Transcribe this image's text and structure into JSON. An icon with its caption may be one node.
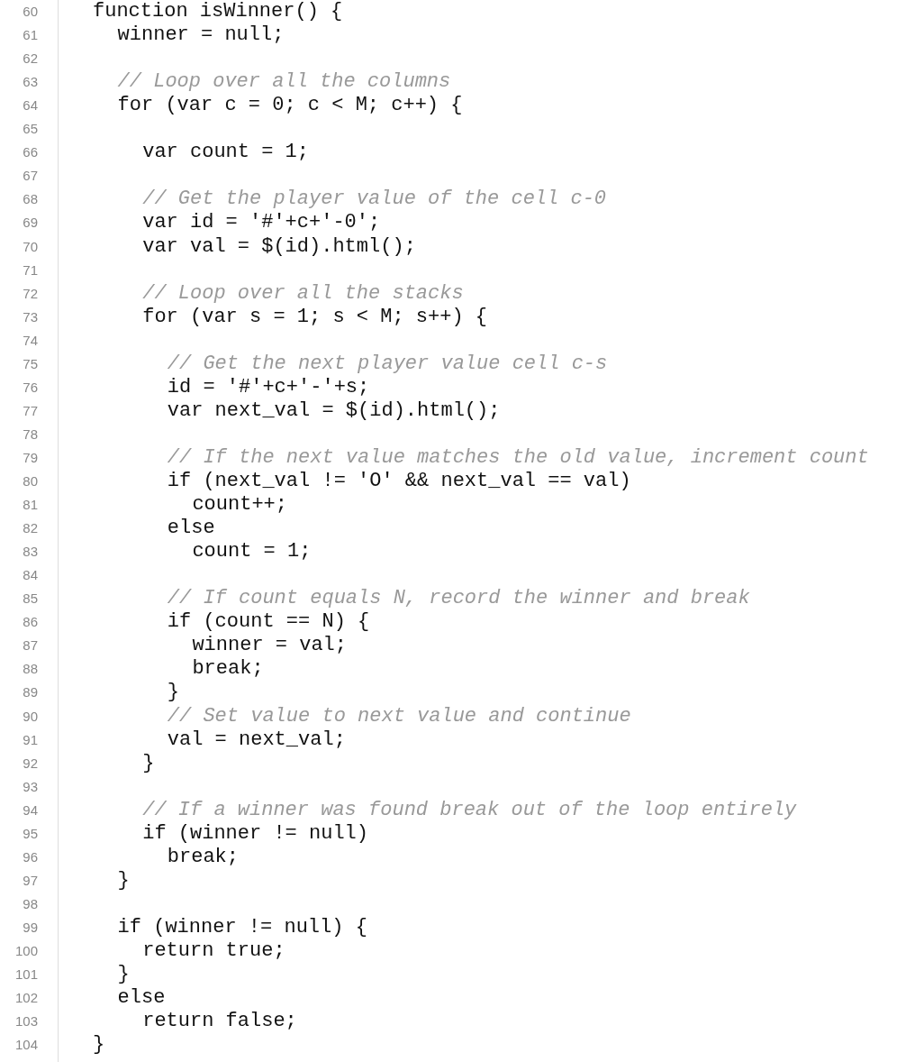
{
  "diagram": {
    "labels": [
      "60",
      "function isWinner() {",
      "61",
      "winner = null;",
      "62",
      "63",
      "// Loop over all the columns",
      "64",
      "for (var c = 0; c < M; c++) {",
      "65",
      "66",
      "var count = 1;",
      "67",
      "68",
      "// Get the player value of the cell c-0",
      "69",
      "var id = '#'+c+'-0';",
      "70",
      "var val = $(id).html();",
      "71",
      "72",
      "// Loop over all the stacks",
      "73",
      "for (var s = 1; s < M; s++) {",
      "74",
      "75",
      "// Get the next player value cell c-s",
      "76",
      "id = '#'+c+'-'+s;",
      "77",
      "var next_val = $(id).html();",
      "78",
      "79",
      "// If the next value matches the old value, increment count",
      "80",
      "if (next_val != 'O' && next_val == val)",
      "81",
      "count++;",
      "82",
      "else",
      "83",
      "count = 1;",
      "84",
      "85",
      "// If count equals N, record the winner and break",
      "86",
      "if (count == N) {",
      "87",
      "winner = val;",
      "88",
      "break;",
      "89",
      "}",
      "90",
      "// Set value to next value and continue",
      "91",
      "val = next_val;",
      "92",
      "}",
      "93",
      "94",
      "// If a winner was found break out of the loop entirely",
      "95",
      "if (winner != null)",
      "96",
      "break;",
      "97",
      "}",
      "98",
      "99",
      "if (winner != null) {",
      "100",
      "return true;",
      "101",
      "}",
      "102",
      "else",
      "103",
      "return false;",
      "104",
      "}"
    ]
  }
}
